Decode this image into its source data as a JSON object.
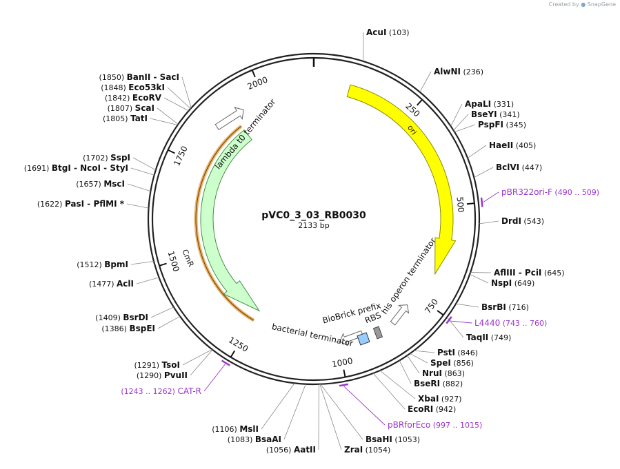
{
  "branding": {
    "created_by": "Created by",
    "app": "SnapGene"
  },
  "plasmid": {
    "name": "pVC0_3_03_RB0030",
    "length_label": "2133 bp",
    "length": 2133
  },
  "ticks": [
    {
      "label": "250",
      "pos": 250
    },
    {
      "label": "500",
      "pos": 500
    },
    {
      "label": "750",
      "pos": 750
    },
    {
      "label": "1000",
      "pos": 1000
    },
    {
      "label": "1250",
      "pos": 1250
    },
    {
      "label": "1500",
      "pos": 1500
    },
    {
      "label": "1750",
      "pos": 1750
    },
    {
      "label": "2000",
      "pos": 2000
    }
  ],
  "features": [
    {
      "name": "ori",
      "start": 90,
      "end": 678,
      "strand": "+",
      "color": "#ffff00",
      "stroke": "#8a8a00"
    },
    {
      "name": "CmR",
      "start": 1248,
      "end": 1908,
      "strand": "-",
      "color": "#ccffcc",
      "stroke": "#4a8a4a"
    },
    {
      "name": "his operon terminator",
      "start": 740,
      "end": 800,
      "strand": "-",
      "color": "#ffffff",
      "stroke": "#666666"
    },
    {
      "name": "BioBrick prefix",
      "start": 923,
      "end": 943,
      "strand": "+",
      "color": "#99ccff",
      "stroke": "#333333"
    },
    {
      "name": "RBS",
      "start": 880,
      "end": 895,
      "strand": "",
      "color": "#999999",
      "stroke": "#444444"
    },
    {
      "name": "bacterial terminator",
      "start": 951,
      "end": 1007,
      "strand": "+",
      "color": "#ffffff",
      "stroke": "#666666"
    },
    {
      "name": "lambda t0 terminator",
      "start": 1940,
      "end": 2010,
      "strand": "-",
      "color": "#ffffff",
      "stroke": "#666666"
    }
  ],
  "enzymes": [
    {
      "name": "AcuI",
      "pos_text": "(103)",
      "pos": 103,
      "side": "right"
    },
    {
      "name": "AlwNI",
      "pos_text": "(236)",
      "pos": 236,
      "side": "right"
    },
    {
      "name": "ApaLI",
      "pos_text": "(331)",
      "pos": 331,
      "side": "right"
    },
    {
      "name": "BseYI",
      "pos_text": "(341)",
      "pos": 341,
      "side": "right"
    },
    {
      "name": "PspFI",
      "pos_text": "(345)",
      "pos": 345,
      "side": "right"
    },
    {
      "name": "HaeII",
      "pos_text": "(405)",
      "pos": 405,
      "side": "right"
    },
    {
      "name": "BclVI",
      "pos_text": "(447)",
      "pos": 447,
      "side": "right"
    },
    {
      "name": "DrdI",
      "pos_text": "(543)",
      "pos": 543,
      "side": "right"
    },
    {
      "name": "AflIII  - PciI",
      "pos_text": "(645)",
      "pos": 645,
      "side": "right"
    },
    {
      "name": "NspI",
      "pos_text": "(649)",
      "pos": 649,
      "side": "right"
    },
    {
      "name": "BsrBI",
      "pos_text": "(716)",
      "pos": 716,
      "side": "right"
    },
    {
      "name": "TaqII",
      "pos_text": "(749)",
      "pos": 749,
      "side": "right"
    },
    {
      "name": "PstI",
      "pos_text": "(846)",
      "pos": 846,
      "side": "right"
    },
    {
      "name": "SpeI",
      "pos_text": "(856)",
      "pos": 856,
      "side": "right"
    },
    {
      "name": "NruI",
      "pos_text": "(863)",
      "pos": 863,
      "side": "right"
    },
    {
      "name": "BseRI",
      "pos_text": "(882)",
      "pos": 882,
      "side": "right"
    },
    {
      "name": "XbaI",
      "pos_text": "(927)",
      "pos": 927,
      "side": "right"
    },
    {
      "name": "EcoRI",
      "pos_text": "(942)",
      "pos": 942,
      "side": "right"
    },
    {
      "name": "BsaHI",
      "pos_text": "(1053)",
      "pos": 1053,
      "side": "right"
    },
    {
      "name": "ZraI",
      "pos_text": "(1054)",
      "pos": 1054,
      "side": "right"
    },
    {
      "name": "AatII",
      "pos_text": "(1056)",
      "pos": 1056,
      "side": "left"
    },
    {
      "name": "BsaAI",
      "pos_text": "(1083)",
      "pos": 1083,
      "side": "left"
    },
    {
      "name": "MslI",
      "pos_text": "(1106)",
      "pos": 1106,
      "side": "left"
    },
    {
      "name": "PvuII",
      "pos_text": "(1290)",
      "pos": 1290,
      "side": "left"
    },
    {
      "name": "TsoI",
      "pos_text": "(1291)",
      "pos": 1291,
      "side": "left"
    },
    {
      "name": "BspEI",
      "pos_text": "(1386)",
      "pos": 1386,
      "side": "left"
    },
    {
      "name": "BsrDI",
      "pos_text": "(1409)",
      "pos": 1409,
      "side": "left"
    },
    {
      "name": "AclI",
      "pos_text": "(1477)",
      "pos": 1477,
      "side": "left"
    },
    {
      "name": "BpmI",
      "pos_text": "(1512)",
      "pos": 1512,
      "side": "left"
    },
    {
      "name": "PasI  - PflMI *",
      "pos_text": "(1622)",
      "pos": 1622,
      "side": "left"
    },
    {
      "name": "MscI",
      "pos_text": "(1657)",
      "pos": 1657,
      "side": "left"
    },
    {
      "name": "BtgI  - NcoI  - StyI",
      "pos_text": "(1691)",
      "pos": 1691,
      "side": "left"
    },
    {
      "name": "SspI",
      "pos_text": "(1702)",
      "pos": 1702,
      "side": "left"
    },
    {
      "name": "TatI",
      "pos_text": "(1805)",
      "pos": 1805,
      "side": "left"
    },
    {
      "name": "ScaI",
      "pos_text": "(1807)",
      "pos": 1807,
      "side": "left"
    },
    {
      "name": "EcoRV",
      "pos_text": "(1842)",
      "pos": 1842,
      "side": "left"
    },
    {
      "name": "Eco53kI",
      "pos_text": "(1848)",
      "pos": 1848,
      "side": "left"
    },
    {
      "name": "BanII  - SacI",
      "pos_text": "(1850)",
      "pos": 1850,
      "side": "left"
    }
  ],
  "primers": [
    {
      "name": "pBR322ori-F",
      "range_text": "(490 .. 509)",
      "start": 490,
      "end": 509,
      "side": "right"
    },
    {
      "name": "L4440",
      "range_text": "(743 .. 760)",
      "start": 743,
      "end": 760,
      "side": "right"
    },
    {
      "name": "pBRforEco",
      "range_text": "(997 .. 1015)",
      "start": 997,
      "end": 1015,
      "side": "right"
    },
    {
      "name": "CAT-R",
      "range_text": "(1243 .. 1262)",
      "start": 1243,
      "end": 1262,
      "side": "left"
    }
  ],
  "colors": {
    "backbone": "#222222",
    "primer": "#9933cc",
    "enzyme_line": "#888888",
    "cmr_outline": "#e8a54a"
  }
}
